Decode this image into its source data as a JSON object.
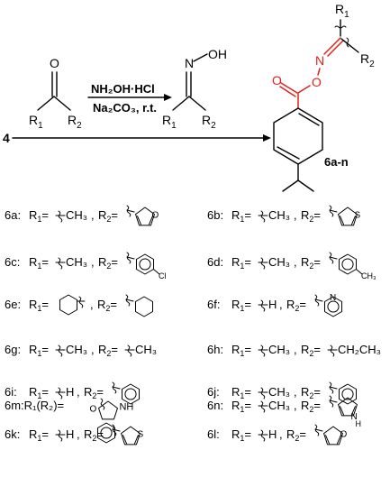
{
  "scheme": {
    "reagent_line1": "NH₂OH·HCl",
    "reagent_line2": "Na₂CO₃, r.t.",
    "start_number": "4",
    "ketone": {
      "o": "O",
      "r1": "R",
      "r1_sub": "1",
      "r2": "R",
      "r2_sub": "2"
    },
    "oxime": {
      "n": "N",
      "oh": "OH",
      "r1": "R",
      "r1_sub": "1",
      "r2": "R",
      "r2_sub": "2"
    },
    "product": {
      "o_carbonyl": "O",
      "o_ester": "O",
      "n": "N",
      "r1": "R",
      "r1_sub": "1",
      "r2": "R",
      "r2_sub": "2",
      "label": "6a-n"
    }
  },
  "compounds": [
    {
      "id": "6a",
      "r1": "CH₃",
      "r2": "furan-2-yl",
      "r2_text": "O"
    },
    {
      "id": "6b",
      "r1": "CH₃",
      "r2": "thiophen-2-yl",
      "r2_text": "S"
    },
    {
      "id": "6c",
      "r1": "CH₃",
      "r2": "4-chlorophenyl",
      "r2_text": "Cl"
    },
    {
      "id": "6d",
      "r1": "CH₃",
      "r2": "4-methylphenyl",
      "r2_text": "CH₃"
    },
    {
      "id": "6e",
      "r1": "cyclohexyl",
      "r2": "cyclohexyl"
    },
    {
      "id": "6f",
      "r1": "H",
      "r2": "pyridin-2-yl",
      "r2_text": "N"
    },
    {
      "id": "6g",
      "r1": "CH₃",
      "r2": "CH₃"
    },
    {
      "id": "6h",
      "r1": "CH₃",
      "r2": "CH₂CH₃"
    },
    {
      "id": "6i",
      "r1": "H",
      "r2": "phenyl"
    },
    {
      "id": "6j",
      "r1": "CH₃",
      "r2": "phenyl"
    },
    {
      "id": "6k",
      "r1": "H",
      "r2": "thiophen-2-yl",
      "r2_text": "S"
    },
    {
      "id": "6l",
      "r1": "H",
      "r2": "furan-2-yl",
      "r2_text": "O"
    },
    {
      "id": "6m",
      "r1r2": "benzoxazole",
      "r2_text": "NH"
    },
    {
      "id": "6n",
      "r1": "CH₃",
      "r2": "pyrrol-2-yl",
      "r2_text": "N",
      "r2_text2": "H"
    }
  ],
  "labels": {
    "r1": "R",
    "r1_sub": "1",
    "r2": "R",
    "r2_sub": "2",
    "eq": "=",
    "colon": ":",
    "r1r2": "R₁(R₂)="
  }
}
